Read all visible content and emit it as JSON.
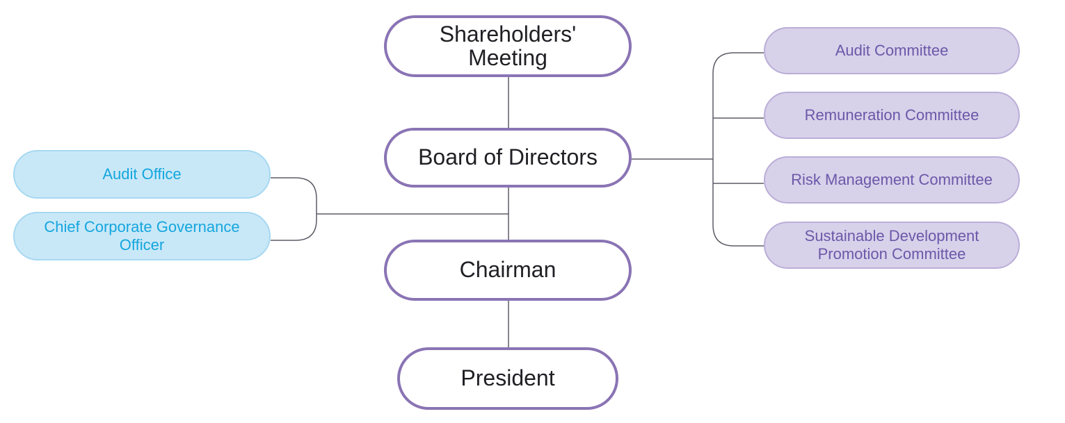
{
  "colors": {
    "main_border": "#8a74b4",
    "main_text": "#1f1f24",
    "left_fill": "#c9e8f7",
    "left_text": "#14a6de",
    "right_fill": "#d8d1ea",
    "right_text": "#6a58a8",
    "connector": "#5f5a66"
  },
  "chart": {
    "main_nodes": {
      "shareholders": "Shareholders'\nMeeting",
      "board": "Board of Directors",
      "chairman": "Chairman",
      "president": "President"
    },
    "left_nodes": {
      "audit_office": "Audit Office",
      "governance_officer": "Chief Corporate Governance\nOfficer"
    },
    "right_nodes": {
      "audit_committee": "Audit Committee",
      "remuneration_committee": "Remuneration Committee",
      "risk_committee": "Risk Management Committee",
      "sustainable_committee": "Sustainable Development\nPromotion Committee"
    }
  }
}
